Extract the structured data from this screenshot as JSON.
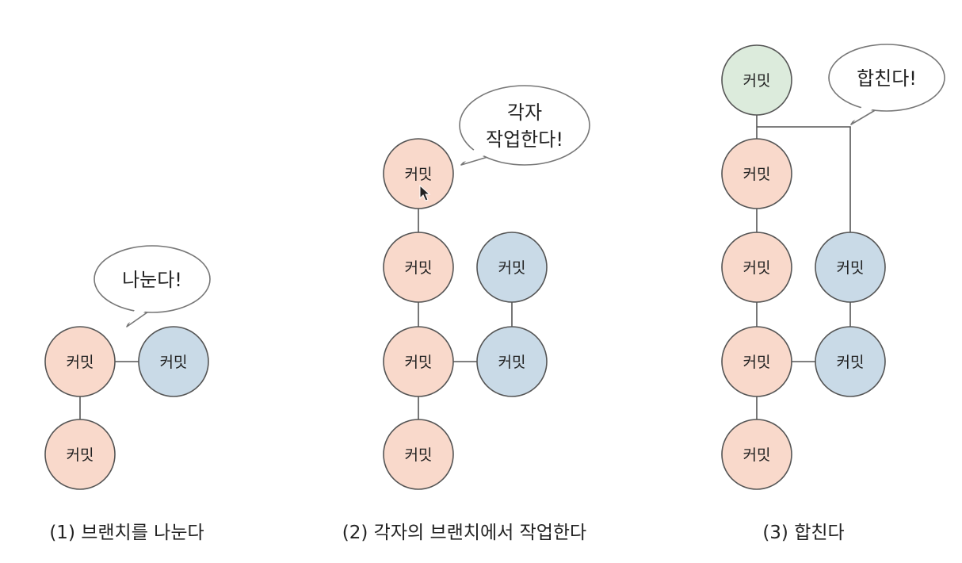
{
  "colors": {
    "branch_main": "#f9d9cb",
    "branch_side": "#c9dae7",
    "merge_commit": "#dcebdc",
    "outline": "#555555",
    "line": "#555555",
    "bubble_fill": "#ffffff",
    "bubble_stroke": "#777777"
  },
  "commit_label": "커밋",
  "panels": [
    {
      "caption": "(1) 브랜치를 나눈다",
      "bubble_lines": [
        "나눈다!"
      ],
      "main_commits": 2,
      "side_commits": 1
    },
    {
      "caption": "(2) 각자의 브랜치에서 작업한다",
      "bubble_lines": [
        "각자",
        "작업한다!"
      ],
      "main_commits": 4,
      "side_commits": 2
    },
    {
      "caption": "(3) 합친다",
      "bubble_lines": [
        "합친다!"
      ],
      "main_commits": 4,
      "side_commits": 2,
      "merge_commits": 1
    }
  ]
}
